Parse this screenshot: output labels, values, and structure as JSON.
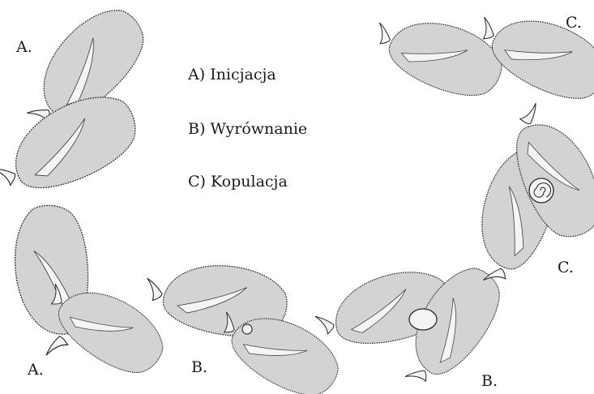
{
  "colors": {
    "body_fill": "#d3d3d3",
    "inner_fill": "#f4f4f4",
    "outline": "#2b2b2b",
    "text": "#1a1a1a",
    "background": "#ffffff"
  },
  "legend": {
    "a": "A) Inicjacja",
    "b": "B) Wyrównanie",
    "c": "C) Kopulacja"
  },
  "stage_labels": {
    "a_top": "A.",
    "a_bottom": "A.",
    "b_left": "B.",
    "b_right": "B.",
    "c_top": "C.",
    "c_right": "C."
  }
}
